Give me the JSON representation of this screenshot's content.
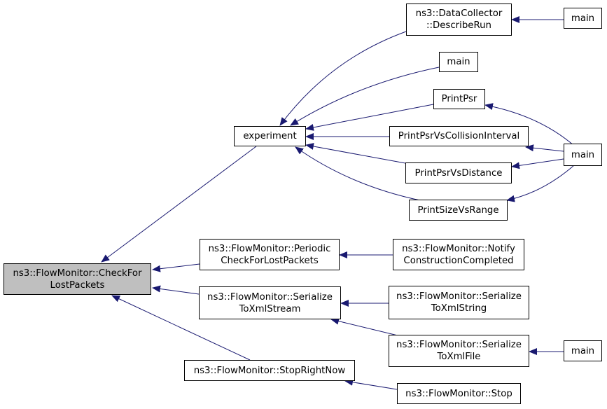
{
  "graph": {
    "edge_color": "#191970",
    "current_fill": "#bfbfbf",
    "nodes": {
      "checkfor": {
        "lines": [
          "ns3::FlowMonitor::CheckFor",
          "LostPackets"
        ]
      },
      "experiment": {
        "lines": [
          "experiment"
        ]
      },
      "periodic": {
        "lines": [
          "ns3::FlowMonitor::Periodic",
          "CheckForLostPackets"
        ]
      },
      "serstream": {
        "lines": [
          "ns3::FlowMonitor::Serialize",
          "ToXmlStream"
        ]
      },
      "stopnow": {
        "lines": [
          "ns3::FlowMonitor::StopRightNow"
        ]
      },
      "describerun": {
        "lines": [
          "ns3::DataCollector",
          "::DescribeRun"
        ]
      },
      "main_a": {
        "lines": [
          "main"
        ]
      },
      "printpsr": {
        "lines": [
          "PrintPsr"
        ]
      },
      "printpsrci": {
        "lines": [
          "PrintPsrVsCollisionInterval"
        ]
      },
      "printpsrdist": {
        "lines": [
          "PrintPsrVsDistance"
        ]
      },
      "printsize": {
        "lines": [
          "PrintSizeVsRange"
        ]
      },
      "notify": {
        "lines": [
          "ns3::FlowMonitor::Notify",
          "ConstructionCompleted"
        ]
      },
      "serstring": {
        "lines": [
          "ns3::FlowMonitor::Serialize",
          "ToXmlString"
        ]
      },
      "serfile": {
        "lines": [
          "ns3::FlowMonitor::Serialize",
          "ToXmlFile"
        ]
      },
      "stop": {
        "lines": [
          "ns3::FlowMonitor::Stop"
        ]
      },
      "main_b": {
        "lines": [
          "main"
        ]
      },
      "main_c": {
        "lines": [
          "main"
        ]
      },
      "main_d": {
        "lines": [
          "main"
        ]
      }
    },
    "edges": [
      {
        "from": "experiment",
        "to": "checkfor"
      },
      {
        "from": "periodic",
        "to": "checkfor"
      },
      {
        "from": "serstream",
        "to": "checkfor"
      },
      {
        "from": "stopnow",
        "to": "checkfor"
      },
      {
        "from": "describerun",
        "to": "experiment"
      },
      {
        "from": "main_a",
        "to": "experiment"
      },
      {
        "from": "printpsr",
        "to": "experiment"
      },
      {
        "from": "printpsrci",
        "to": "experiment"
      },
      {
        "from": "printpsrdist",
        "to": "experiment"
      },
      {
        "from": "printsize",
        "to": "experiment"
      },
      {
        "from": "main_b",
        "to": "describerun"
      },
      {
        "from": "main_c",
        "to": "printpsr"
      },
      {
        "from": "main_c",
        "to": "printpsrci"
      },
      {
        "from": "main_c",
        "to": "printpsrdist"
      },
      {
        "from": "main_c",
        "to": "printsize"
      },
      {
        "from": "notify",
        "to": "periodic"
      },
      {
        "from": "serstring",
        "to": "serstream"
      },
      {
        "from": "serfile",
        "to": "serstream"
      },
      {
        "from": "main_d",
        "to": "serfile"
      },
      {
        "from": "stop",
        "to": "stopnow"
      }
    ]
  }
}
